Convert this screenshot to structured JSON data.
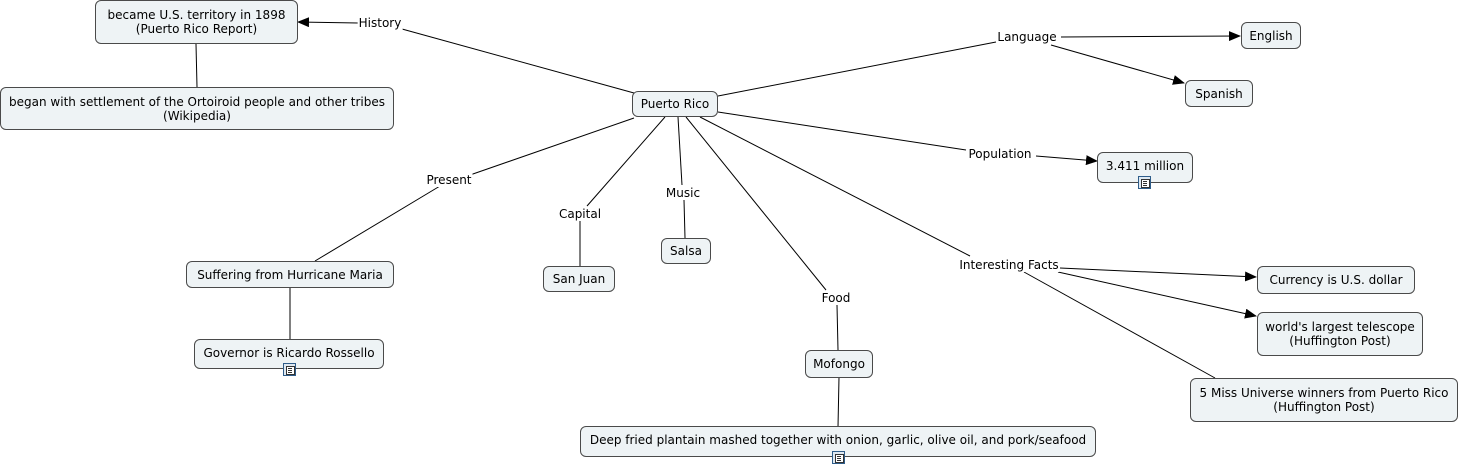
{
  "nodes": {
    "puerto_rico": "Puerto Rico",
    "territory_line1": "became U.S. territory in 1898",
    "territory_line2": "(Puerto Rico Report)",
    "ortoiroid_line1": "began with settlement of the Ortoiroid people and other tribes",
    "ortoiroid_line2": "(Wikipedia)",
    "english": "English",
    "spanish": "Spanish",
    "population_value": "3.411 million",
    "hurricane": "Suffering from Hurricane Maria",
    "governor": "Governor is Ricardo Rossello",
    "san_juan": "San Juan",
    "salsa": "Salsa",
    "mofongo": "Mofongo",
    "mofongo_desc": "Deep fried plantain mashed together with onion, garlic, olive oil, and pork/seafood",
    "currency": "Currency is U.S. dollar",
    "telescope_line1": "world's largest telescope",
    "telescope_line2": "(Huffington Post)",
    "miss_universe_line1": "5 Miss Universe winners from Puerto Rico",
    "miss_universe_line2": "(Huffington Post)"
  },
  "links": {
    "history": "History",
    "language": "Language",
    "population": "Population",
    "present": "Present",
    "capital": "Capital",
    "music": "Music",
    "food": "Food",
    "interesting_facts": "Interesting Facts"
  },
  "icons": {
    "resource": "document-icon"
  },
  "colors": {
    "node_fill": "#eef3f5",
    "node_border": "#4a4a4a",
    "line": "#000000"
  }
}
